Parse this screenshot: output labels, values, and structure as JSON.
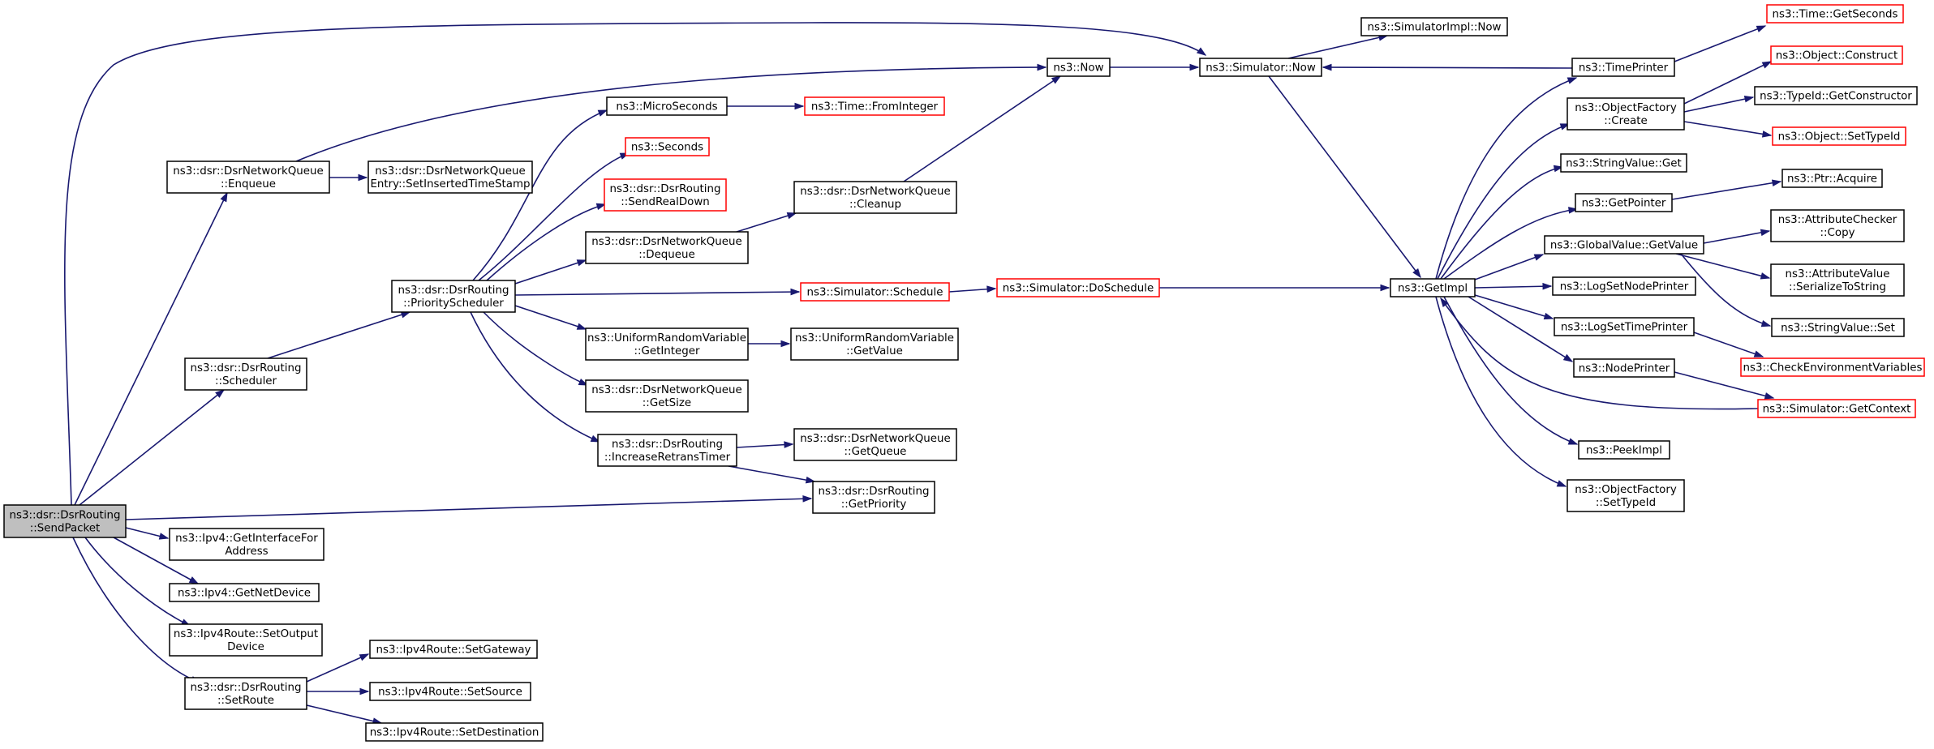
{
  "colors": {
    "edge": "#191970",
    "border": "#000000",
    "undocumented_border": "#ff0000",
    "root_fill": "#bfbfbf",
    "background": "#ffffff"
  },
  "nodes": {
    "send_packet": [
      "ns3::dsr::DsrRouting",
      "::SendPacket"
    ],
    "enqueue": [
      "ns3::dsr::DsrNetworkQueue",
      "::Enqueue"
    ],
    "set_inserted_timestamp": [
      "ns3::dsr::DsrNetworkQueue",
      "Entry::SetInsertedTimeStamp"
    ],
    "scheduler": [
      "ns3::dsr::DsrRouting",
      "::Scheduler"
    ],
    "priority_scheduler": [
      "ns3::dsr::DsrRouting",
      "::PriorityScheduler"
    ],
    "micro_seconds": [
      "ns3::MicroSeconds"
    ],
    "time_from_integer": [
      "ns3::Time::FromInteger"
    ],
    "seconds": [
      "ns3::Seconds"
    ],
    "send_real_down": [
      "ns3::dsr::DsrRouting",
      "::SendRealDown"
    ],
    "dequeue": [
      "ns3::dsr::DsrNetworkQueue",
      "::Dequeue"
    ],
    "cleanup": [
      "ns3::dsr::DsrNetworkQueue",
      "::Cleanup"
    ],
    "ns3_now": [
      "ns3::Now"
    ],
    "simulator_now": [
      "ns3::Simulator::Now"
    ],
    "simulator_impl_now": [
      "ns3::SimulatorImpl::Now"
    ],
    "simulator_schedule": [
      "ns3::Simulator::Schedule"
    ],
    "simulator_do_schedule": [
      "ns3::Simulator::DoSchedule"
    ],
    "get_impl": [
      "ns3::GetImpl"
    ],
    "urv_get_integer": [
      "ns3::UniformRandomVariable",
      "::GetInteger"
    ],
    "urv_get_value": [
      "ns3::UniformRandomVariable",
      "::GetValue"
    ],
    "get_size": [
      "ns3::dsr::DsrNetworkQueue",
      "::GetSize"
    ],
    "increase_retrans_timer": [
      "ns3::dsr::DsrRouting",
      "::IncreaseRetransTimer"
    ],
    "get_queue": [
      "ns3::dsr::DsrNetworkQueue",
      "::GetQueue"
    ],
    "get_priority": [
      "ns3::dsr::DsrRouting",
      "::GetPriority"
    ],
    "get_interface_for_address": [
      "ns3::Ipv4::GetInterfaceFor",
      "Address"
    ],
    "get_net_device": [
      "ns3::Ipv4::GetNetDevice"
    ],
    "set_output_device": [
      "ns3::Ipv4Route::SetOutput",
      "Device"
    ],
    "set_route": [
      "ns3::dsr::DsrRouting",
      "::SetRoute"
    ],
    "set_gateway": [
      "ns3::Ipv4Route::SetGateway"
    ],
    "set_source": [
      "ns3::Ipv4Route::SetSource"
    ],
    "set_destination": [
      "ns3::Ipv4Route::SetDestination"
    ],
    "time_printer": [
      "ns3::TimePrinter"
    ],
    "time_get_seconds": [
      "ns3::Time::GetSeconds"
    ],
    "object_factory_create": [
      "ns3::ObjectFactory",
      "::Create"
    ],
    "object_construct": [
      "ns3::Object::Construct"
    ],
    "typeid_get_constructor": [
      "ns3::TypeId::GetConstructor"
    ],
    "object_set_typeid": [
      "ns3::Object::SetTypeId"
    ],
    "string_value_get": [
      "ns3::StringValue::Get"
    ],
    "get_pointer": [
      "ns3::GetPointer"
    ],
    "ptr_acquire": [
      "ns3::Ptr::Acquire"
    ],
    "global_value_get_value": [
      "ns3::GlobalValue::GetValue"
    ],
    "attribute_checker_copy": [
      "ns3::AttributeChecker",
      "::Copy"
    ],
    "attribute_value_serialize": [
      "ns3::AttributeValue",
      "::SerializeToString"
    ],
    "string_value_set": [
      "ns3::StringValue::Set"
    ],
    "log_set_node_printer": [
      "ns3::LogSetNodePrinter"
    ],
    "log_set_time_printer": [
      "ns3::LogSetTimePrinter"
    ],
    "check_env_vars": [
      "ns3::CheckEnvironmentVariables"
    ],
    "node_printer": [
      "ns3::NodePrinter"
    ],
    "simulator_get_context": [
      "ns3::Simulator::GetContext"
    ],
    "peek_impl": [
      "ns3::PeekImpl"
    ],
    "object_factory_set_typeid": [
      "ns3::ObjectFactory",
      "::SetTypeId"
    ]
  }
}
